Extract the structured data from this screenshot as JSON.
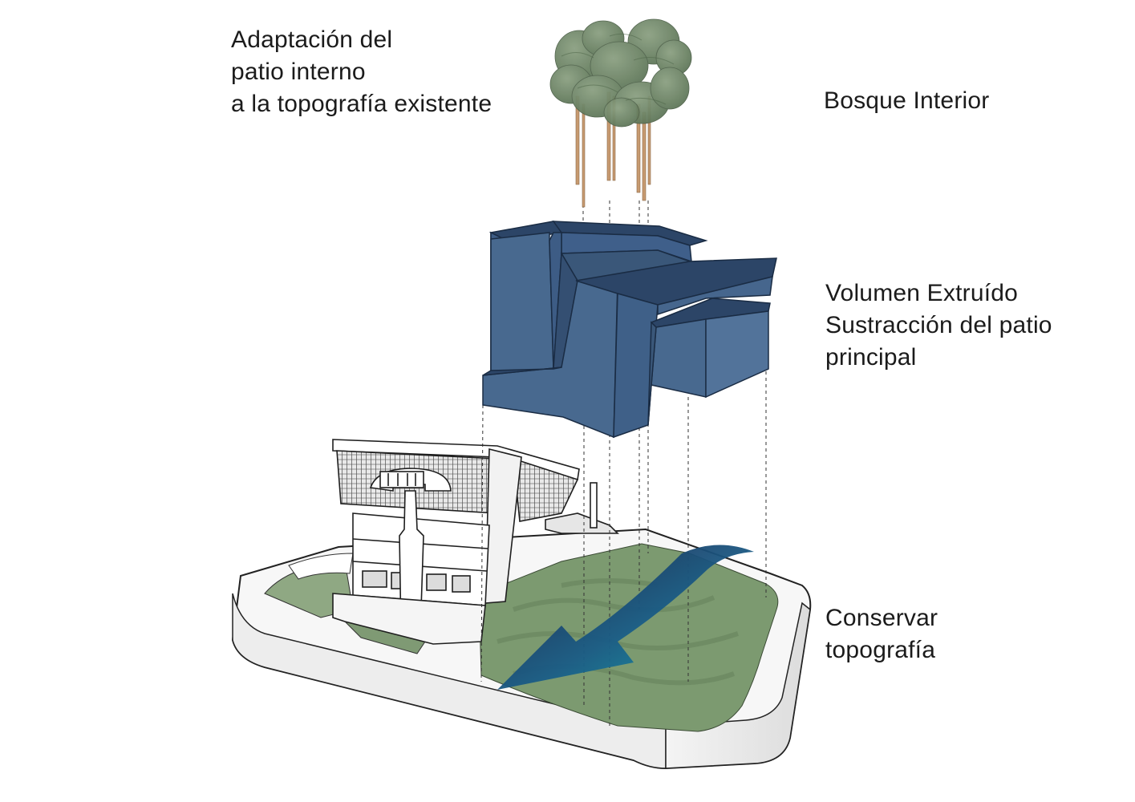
{
  "labels": {
    "patio": [
      "Adaptación del",
      "patio interno",
      "a la topografía existente"
    ],
    "bosque": [
      "Bosque Interior"
    ],
    "volumen": [
      "Volumen Extruído",
      "Sustracción del patio",
      "principal"
    ],
    "topografia": [
      "Conservar",
      "topografía"
    ]
  },
  "colors": {
    "volume_front": "#48698f",
    "volume_top": "#2c4567",
    "volume_side": "#3d5c85",
    "terrain": "#7c9a70",
    "tree_canopy": "#6f8866",
    "tree_trunk": "#c79a70",
    "arrow_start": "#1c1f47",
    "arrow_end": "#14a4ae"
  }
}
